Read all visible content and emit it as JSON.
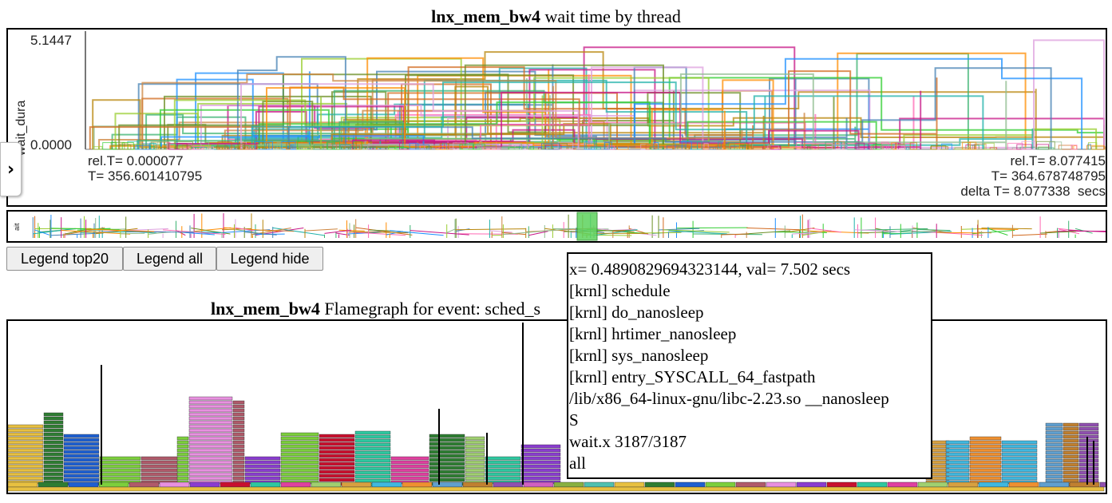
{
  "chart1": {
    "title_bold": "lnx_mem_bw4",
    "title_rest": " wait time by thread",
    "ylabel": "wait_dura",
    "ymax_label": "5.1447",
    "ymin_label": "0.0000",
    "left_info": [
      "rel.T= 0.000077",
      "T= 356.601410795"
    ],
    "right_info": [
      "rel.T= 8.077415",
      "T= 364.678748795",
      "delta T= 8.077338  secs"
    ]
  },
  "overview": {
    "ylabel": "ait"
  },
  "legend_buttons": [
    "Legend top20",
    "Legend all",
    "Legend hide"
  ],
  "chart2": {
    "title_bold": "lnx_mem_bw4",
    "title_rest": " Flamegraph for event: sched_s"
  },
  "tooltip": {
    "lines": [
      "x= 0.4890829694323144, val= 7.502 secs",
      "[krnl] schedule",
      "[krnl] do_nanosleep",
      "[krnl] hrtimer_nanosleep",
      "[krnl] sys_nanosleep",
      "[krnl] entry_SYSCALL_64_fastpath",
      "/lib/x86_64-linux-gnu/libc-2.23.so __nanosleep",
      "S",
      "wait.x 3187/3187",
      "all"
    ]
  },
  "icons": {
    "side_toggle": "chevron-right-icon"
  },
  "colors": {
    "palette": [
      "#e8c040",
      "#2e7d32",
      "#1e5fd0",
      "#7ccf3c",
      "#b05a6a",
      "#e890e0",
      "#8a3ccf",
      "#c8102e",
      "#2ec8a0",
      "#e040a0",
      "#a0d070",
      "#d8a040",
      "#40b8e0",
      "#f09030",
      "#60a0d0",
      "#c08030",
      "#9050b0",
      "#d060c0",
      "#88b040",
      "#50c0b0"
    ],
    "series_lines": [
      "#6b8e23",
      "#3cb371",
      "#d2691e",
      "#4682b4",
      "#c71585",
      "#9acd32",
      "#20b2aa",
      "#ff8c00",
      "#8fbc8f",
      "#dda0dd",
      "#1e90ff",
      "#b8860b",
      "#ff69b4",
      "#32cd32",
      "#cd853f"
    ]
  }
}
